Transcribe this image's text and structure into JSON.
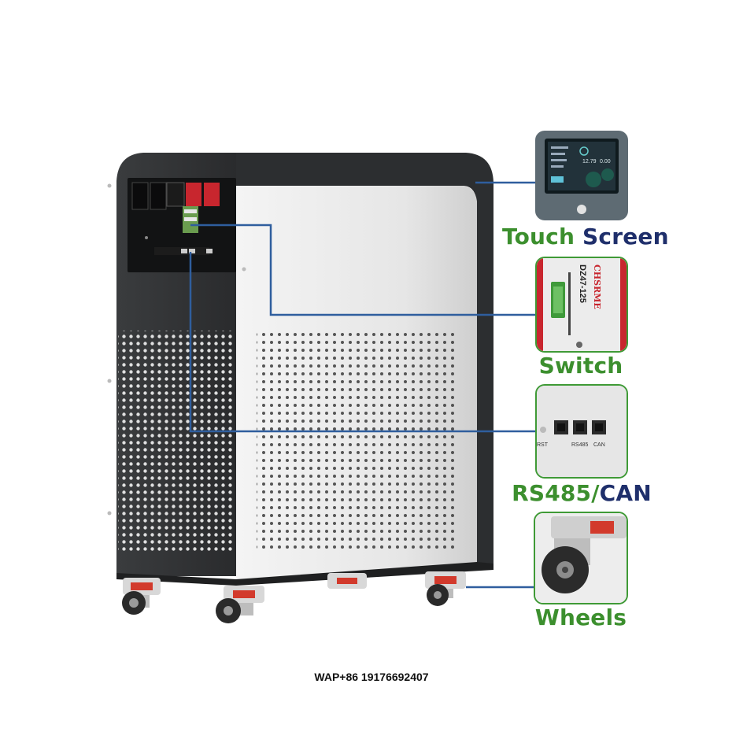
{
  "colors": {
    "label_green": "#3c8f2e",
    "label_navy": "#1f2f6b",
    "box_border": "#3f9a36",
    "leader_line": "#2f5e9e",
    "cabinet_dark": "#2f3133",
    "panel_light": "#eeeeee"
  },
  "callouts": {
    "touch_screen": {
      "label_a": "Touch",
      "label_b": "Screen",
      "readout_1": "12.79",
      "readout_2": "0.00"
    },
    "switch": {
      "label": "Switch",
      "brand": "CHSRME",
      "model": "DZ47-125"
    },
    "ports": {
      "label_a": "RS485/",
      "label_b": "CAN",
      "port_rst": "RST",
      "port_rs485": "RS485",
      "port_can": "CAN"
    },
    "wheels": {
      "label": "Wheels"
    }
  },
  "contact": "WAP+86 19176692407"
}
